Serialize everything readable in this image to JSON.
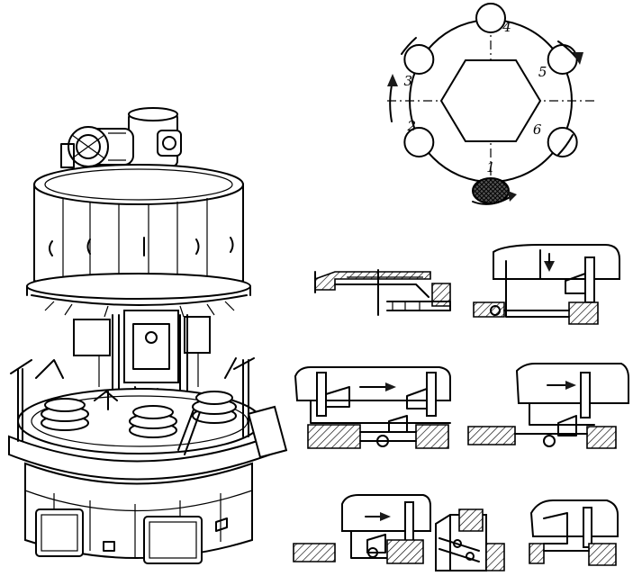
{
  "schematic": {
    "stations": [
      {
        "label": "1"
      },
      {
        "label": "2"
      },
      {
        "label": "3"
      },
      {
        "label": "4"
      },
      {
        "label": "5"
      },
      {
        "label": "6"
      }
    ]
  },
  "icons": {
    "rotation_arrow": "curved-arrow-icon",
    "feed_arrow": "right-arrow-icon",
    "press_arrow": "down-arrow-icon"
  }
}
